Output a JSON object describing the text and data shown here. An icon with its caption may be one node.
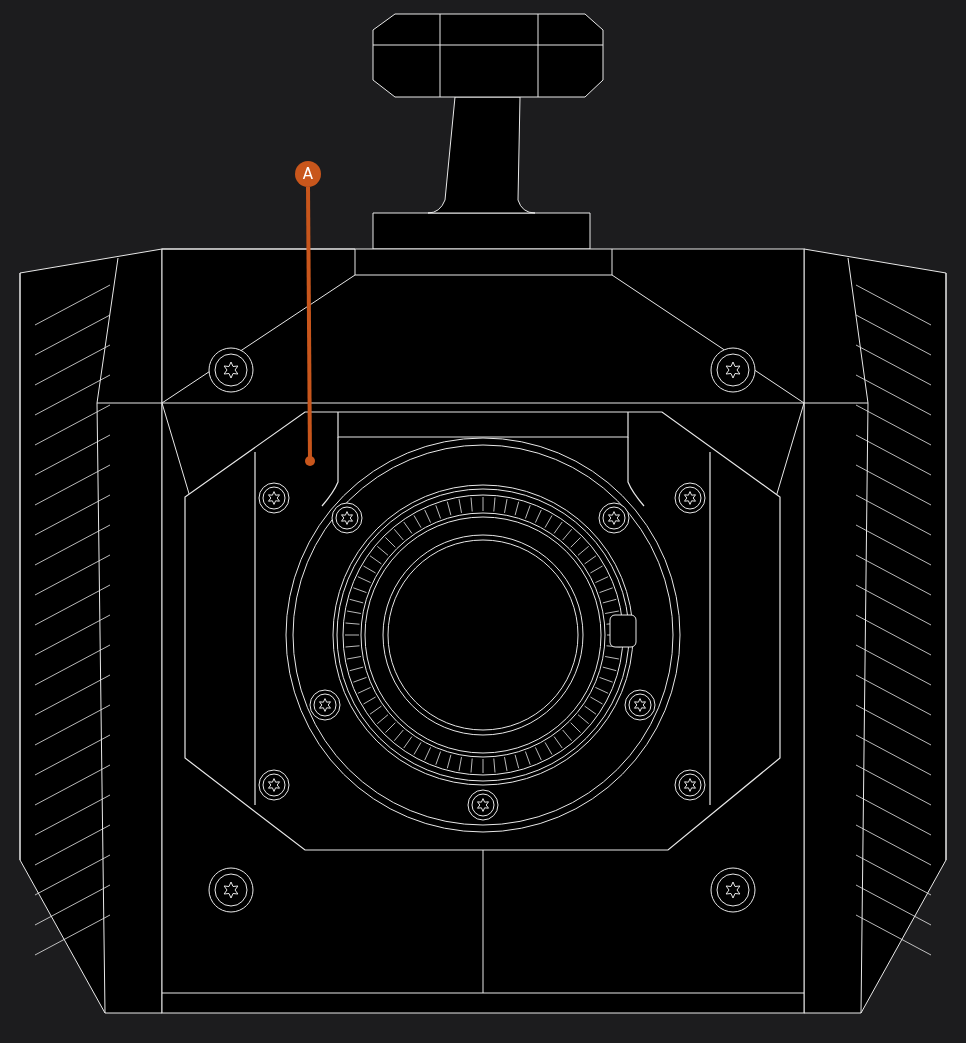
{
  "diagram": {
    "nodes": [
      {
        "text": [
          "A"
        ]
      },
      {
        "text": [],
        "shape": "picture"
      }
    ],
    "edges": [
      {
        "from": 0,
        "to": 1,
        "arrow": "other"
      }
    ]
  }
}
